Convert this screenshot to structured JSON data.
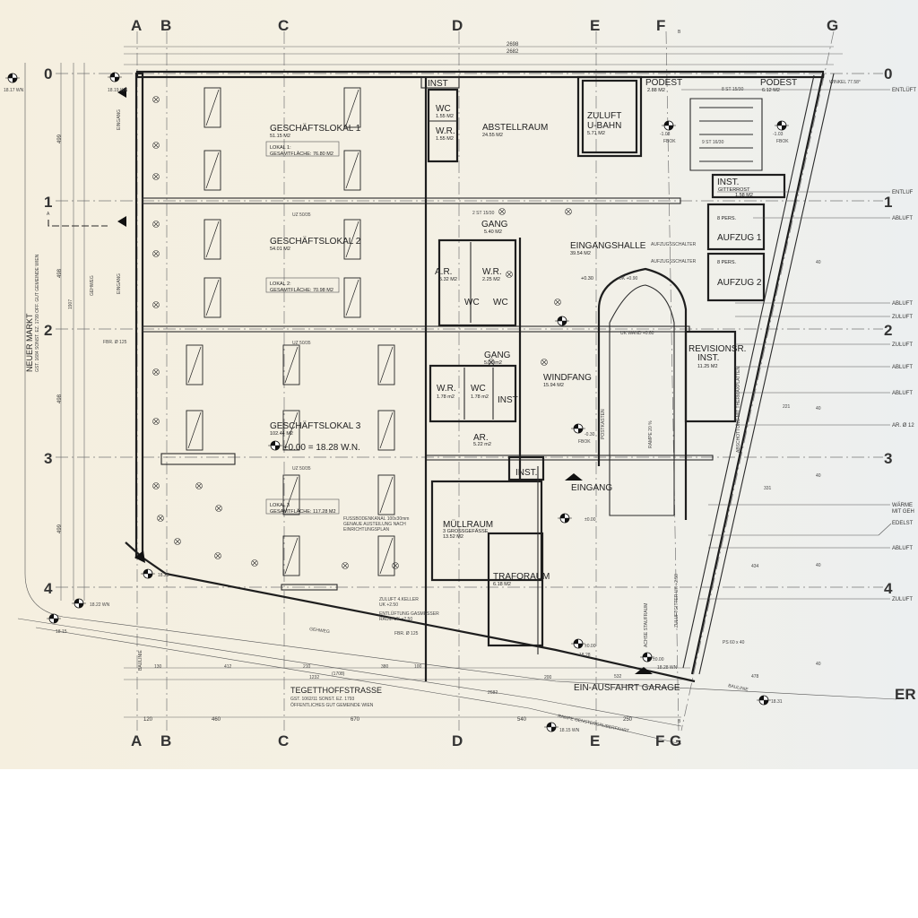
{
  "grid": {
    "columns": [
      "A",
      "B",
      "C",
      "D",
      "E",
      "F",
      "G",
      "F",
      "G"
    ],
    "rows": [
      "0",
      "1",
      "2",
      "3",
      "4"
    ],
    "section_marks": [
      "A",
      "B",
      "B"
    ]
  },
  "rooms": {
    "lokal1": {
      "name": "GESCHÄFTSLOKAL 1",
      "area": "51.15 M2",
      "box_title": "LOKAL 1:",
      "box_total": "GESAMTFLÄCHE:   76.80 M2"
    },
    "lokal2": {
      "name": "GESCHÄFTSLOKAL 2",
      "area": "54.01 M2",
      "box_title": "LOKAL 2:",
      "box_total": "GESAMTFLÄCHE:   70.98 M2"
    },
    "lokal3": {
      "name": "GESCHÄFTSLOKAL 3",
      "area": "102.44 M2",
      "box_title": "LOKAL 3",
      "box_total": "GESAMTFLÄCHE:   117.28 M2",
      "datum": "±0.00 = 18.28 W.N."
    },
    "inst_top": {
      "name": "INST"
    },
    "wc1": {
      "name": "WC",
      "area": "1.55 M2"
    },
    "wr1": {
      "name": "W.R.",
      "area": "1.55 M2"
    },
    "abstellraum": {
      "name": "ABSTELLRAUM",
      "area": "24.55 M2"
    },
    "zuluft": {
      "name": "ZULUFT",
      "name2": "U-BAHN",
      "area": "5.71 M2"
    },
    "podest1": {
      "name": "PODEST",
      "area": "2.88 M2"
    },
    "podest2": {
      "name": "PODEST",
      "area": "6.12 M2"
    },
    "inst_core": {
      "name": "INST.",
      "sub": "GITTERROST",
      "area": "1.58 M2"
    },
    "aufzug1": {
      "name": "AUFZUG 1",
      "cap": "8 PERS."
    },
    "aufzug2": {
      "name": "AUFZUG 2",
      "cap": "8 PERS."
    },
    "gang1": {
      "name": "GANG",
      "area": "5.40 M2"
    },
    "ar1": {
      "name": "A.R.",
      "area": "5.32 M2"
    },
    "wr2": {
      "name": "W.R.",
      "area": "2.25 M2"
    },
    "wc2": {
      "name": "WC"
    },
    "wc3": {
      "name": "WC"
    },
    "eingangshalle": {
      "name": "EINGANGSHALLE",
      "area": "39.54 M2"
    },
    "gang2": {
      "name": "GANG",
      "area": "5.10 m2"
    },
    "windfang": {
      "name": "WINDFANG",
      "area": "15.94 M2"
    },
    "wr3": {
      "name": "W.R.",
      "area": "1.78 m2"
    },
    "wc4": {
      "name": "WC",
      "area": "1.78 m2"
    },
    "inst_small": {
      "name": "INST"
    },
    "ar2": {
      "name": "AR.",
      "area": "5.22 m2"
    },
    "inst_lower": {
      "name": "INST."
    },
    "eingang": {
      "name": "EINGANG"
    },
    "muellraum": {
      "name": "MÜLLRAUM",
      "sub": "3 GROSSGEFÄSSE",
      "area": "13.52 M2"
    },
    "traforaum": {
      "name": "TRAFORAUM",
      "area": "6.18 M2"
    },
    "revision": {
      "name": "REVISIONSR.",
      "name2": "INST.",
      "area": "11.25 M2"
    }
  },
  "streets": {
    "neuer_markt": {
      "name": "NEUER MARKT",
      "parcel": "GST. 1684 SONST. EZ. 1799 OFF. GUT GEMEINDE WIEN"
    },
    "tegetthoff": {
      "name": "TEGETTHOFFSTRASSE",
      "parcel": "GST. 1062/11 SONST. EZ. 1793",
      "owner": "ÖFFENTLICHES GUT GEMEINDE WIEN"
    },
    "gehweg": "GEHWEG",
    "garage": "EIN-AUSFAHRT GARAGE",
    "rampe": "RAMPE GENSTERGRUBERFAHRT",
    "baulinie": "BAULINIE",
    "eingang_left": "EINGANG"
  },
  "annotations": {
    "uz": "UZ 50/35",
    "rampe": "RAMPE 20 %",
    "postkasten": "POSTKASTEN",
    "zuluftgitter": "ZULUFTGITTER UK +2.50",
    "achse": "ACHSE STAUFRAUM",
    "ps": "PS 60 x 40",
    "zuluft_keller": "ZULUFT 4.KELLER",
    "zuluft_keller_uk": "UK +2.50",
    "entlueftung": "ENTLÜFTUNG GASMESSER",
    "entlueftung_uk": "RAUM UK +2.50",
    "fbr": "FBR. Ø 125",
    "fussboden1": "FUSSBODENKANAL 100x30mm",
    "fussboden2": "GENAUE AUSTEILUNG NACH",
    "fussboden3": "EINRICHTUNGSPLAN",
    "aufzugsschalter": "AUFZUGSSCHALTER",
    "winkel": "WINKEL 77.58°",
    "hall_level": "+0.30",
    "ok": "OK +0.90",
    "uk_wand": "UK WAND +0.60",
    "abschottung": "ABSCHOTTUNG MIT THERMAXPLATTEN",
    "fbok": "FBOK",
    "stair1": "2 ST 15/30",
    "stair2": "8 ST 15/30",
    "stair3": "9 ST 16/30"
  },
  "levels": [
    "18.17 WN",
    "18.19 WN",
    "18.22 WN",
    "18.15",
    "18.25",
    "18.28",
    "18.28 WN",
    "18.31",
    "18.15 WN",
    "±0.00",
    "-1.08",
    "-1.03",
    "-0.30"
  ],
  "dimensions": {
    "top": [
      "2698",
      "2682"
    ],
    "left": [
      "499",
      "498",
      "498",
      "499",
      "1907"
    ],
    "bottom": [
      "120",
      "460",
      "670",
      "540",
      "250"
    ],
    "bottom_detail": [
      "130",
      "412",
      "210",
      "380",
      "100",
      "200",
      "532",
      "478",
      "2682",
      "1232",
      "(1708)"
    ],
    "right": [
      "40",
      "40",
      "40",
      "40",
      "40",
      "221",
      "331",
      "434"
    ]
  },
  "right_labels": [
    "ENTLÜFT",
    "ENTLUF",
    "ABLUFT",
    "ABLUFT",
    "ZULUFT",
    "ZULUFT",
    "ABLUFT",
    "ABLUFT",
    "AR. Ø 12",
    "WÄRME",
    "MIT GEH",
    "EDELST",
    "ABLUFT",
    "ZULUFT"
  ],
  "sheet_title_fragment": "ER",
  "colors": {
    "paper": "#f5f0e3",
    "paper_right": "#eef0ee",
    "ink": "#1e1e1e"
  }
}
